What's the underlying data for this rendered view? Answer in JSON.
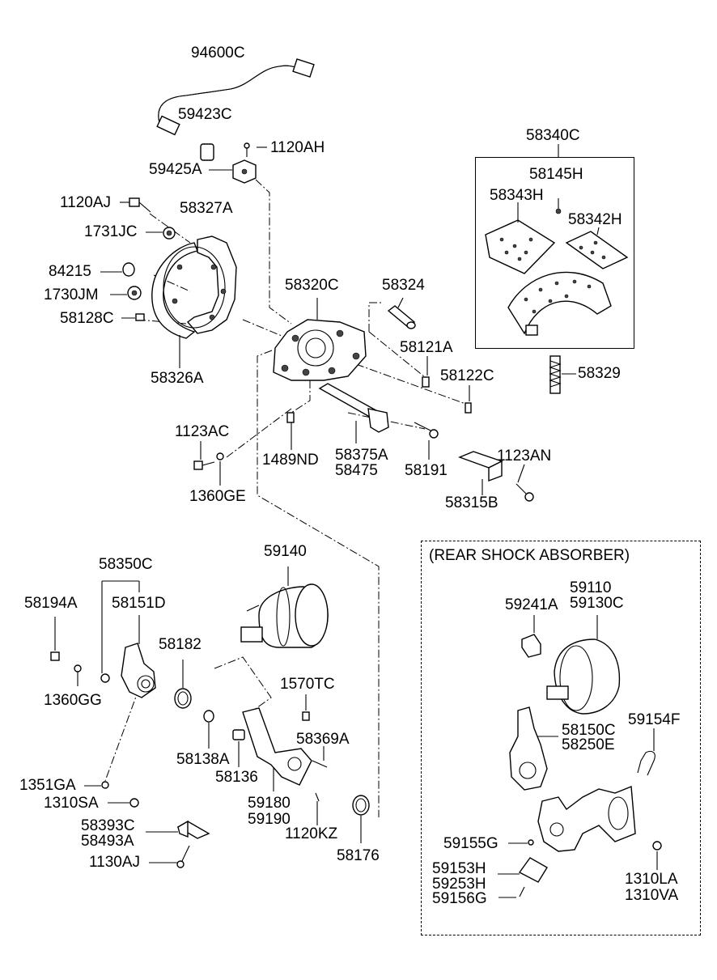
{
  "labels": {
    "p94600C": "94600C",
    "p59423C": "59423C",
    "p1120AH": "1120AH",
    "p59425A": "59425A",
    "p58340C": "58340C",
    "p58145H": "58145H",
    "p58343H": "58343H",
    "p58342H": "58342H",
    "p1120AJ": "1120AJ",
    "p58327A": "58327A",
    "p1731JC": "1731JC",
    "p84215": "84215",
    "p1730JM": "1730JM",
    "p58128C": "58128C",
    "p58326A": "58326A",
    "p58320C": "58320C",
    "p58324": "58324",
    "p58121A": "58121A",
    "p58122C": "58122C",
    "p58329": "58329",
    "p1123AC": "1123AC",
    "p1489ND": "1489ND",
    "p58375A": "58375A",
    "p58475": "58475",
    "p58191": "58191",
    "p1123AN": "1123AN",
    "p1360GE": "1360GE",
    "p58315B": "58315B",
    "p59140": "59140",
    "p58350C": "58350C",
    "p58151D": "58151D",
    "p58194A": "58194A",
    "p58182": "58182",
    "p1360GG": "1360GG",
    "p1570TC": "1570TC",
    "p58369A": "58369A",
    "p58138A": "58138A",
    "p58136": "58136",
    "p1351GA": "1351GA",
    "p1310SA": "1310SA",
    "p59180": "59180",
    "p59190": "59190",
    "p1120KZ": "1120KZ",
    "p58393C": "58393C",
    "p58493A": "58493A",
    "p58176": "58176",
    "p1130AJ": "1130AJ",
    "rear_shock_title": "(REAR SHOCK ABSORBER)",
    "p59110": "59110",
    "p59130C": "59130C",
    "p59241A": "59241A",
    "p58150C": "58150C",
    "p58250E": "58250E",
    "p59154F": "59154F",
    "p59155G": "59155G",
    "p59153H": "59153H",
    "p59253H": "59253H",
    "p59156G": "59156G",
    "p1310LA": "1310LA",
    "p1310VA": "1310VA"
  }
}
